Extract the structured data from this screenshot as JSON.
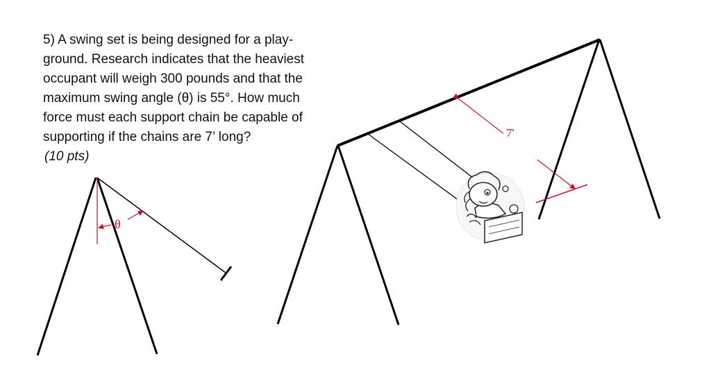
{
  "problem": {
    "lines": [
      "5) A swing set is being designed for a play-",
      "ground.  Research indicates that the heaviest",
      "occupant will weigh 300 pounds and that the",
      "maximum swing angle (θ) is 55°.  How much",
      "force must each support chain be capable of",
      "supporting if the chains are 7’ long?"
    ],
    "points": "(10 pts)"
  },
  "diagram": {
    "theta_label": "θ",
    "length_label": "7'"
  },
  "colors": {
    "annotation": "#c8102e",
    "ink": "#000000"
  },
  "icons": {
    "occupant": "child-on-swing-icon"
  }
}
